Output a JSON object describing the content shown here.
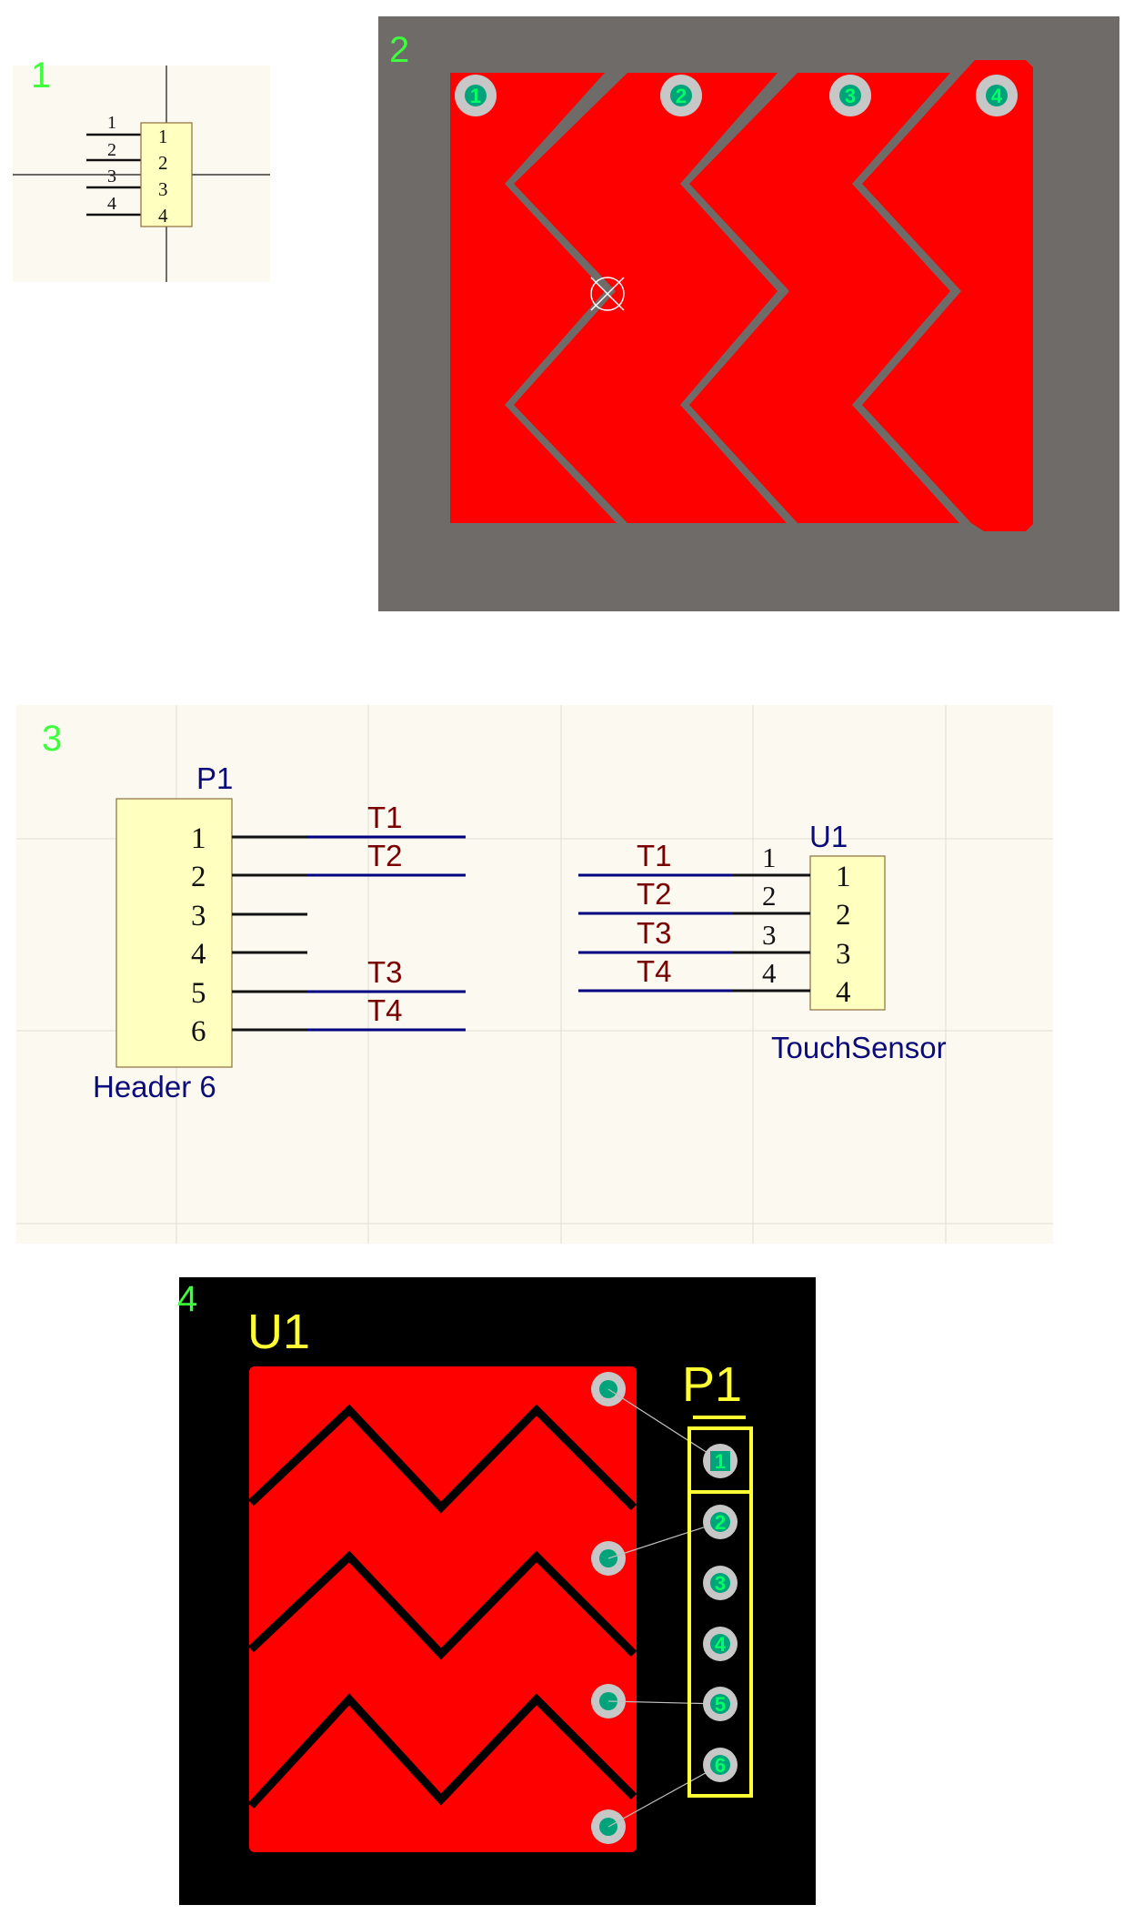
{
  "colors": {
    "sheet": "#fcf9f1",
    "grid": "#e0ddd4",
    "component_fill": "#ffffc0",
    "copper": "#ff0000",
    "board_gray": "#6f6b69",
    "board_black": "#000000",
    "pad": "#c7c7c7",
    "hole": "#00a37a",
    "silk": "#ffff33",
    "wire": "#000080",
    "net_label": "#7a0000",
    "panel_number": "#3dff3d"
  },
  "panel1": {
    "number": "1",
    "pins": [
      "1",
      "2",
      "3",
      "4"
    ],
    "body_pins": [
      "1",
      "2",
      "3",
      "4"
    ]
  },
  "panel2": {
    "number": "2",
    "pads": [
      "1",
      "2",
      "3",
      "4"
    ]
  },
  "panel3": {
    "number": "3",
    "header": {
      "designator": "P1",
      "comment": "Header 6",
      "pins": [
        "1",
        "2",
        "3",
        "4",
        "5",
        "6"
      ],
      "nets": [
        "T1",
        "T2",
        "T3",
        "T4"
      ]
    },
    "sensor": {
      "designator": "U1",
      "comment": "TouchSensor",
      "pin_numbers": [
        "1",
        "2",
        "3",
        "4"
      ],
      "body_pins": [
        "1",
        "2",
        "3",
        "4"
      ],
      "nets": [
        "T1",
        "T2",
        "T3",
        "T4"
      ]
    }
  },
  "panel4": {
    "number": "4",
    "sensor_designator": "U1",
    "header_designator": "P1",
    "header_pads": [
      "1",
      "2",
      "3",
      "4",
      "5",
      "6"
    ]
  }
}
